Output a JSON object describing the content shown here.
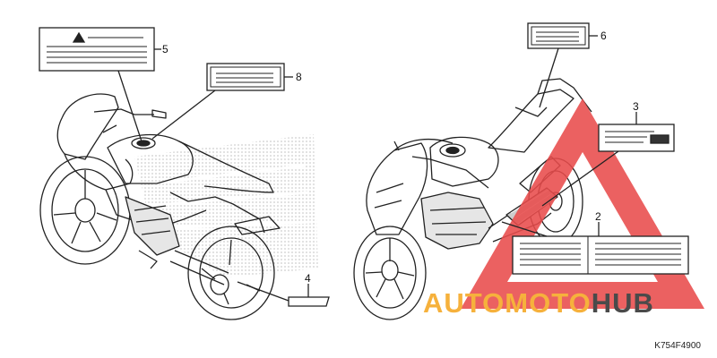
{
  "callouts": {
    "c5": "5",
    "c8": "8",
    "c4": "4",
    "c6": "6",
    "c3": "3",
    "c2": "2"
  },
  "watermark": {
    "part1": "AUTOMOTO",
    "part2": "HUB"
  },
  "figure_code": "K754F4900",
  "colors": {
    "ink": "#222222",
    "halftone": "#c8c8c8",
    "watermark_red": "#e84b4b",
    "watermark_orange": "#f6b13c",
    "watermark_gray": "#4a4a4a",
    "label_block": "#333333"
  },
  "icons": {
    "warning": "warning-triangle-icon"
  }
}
